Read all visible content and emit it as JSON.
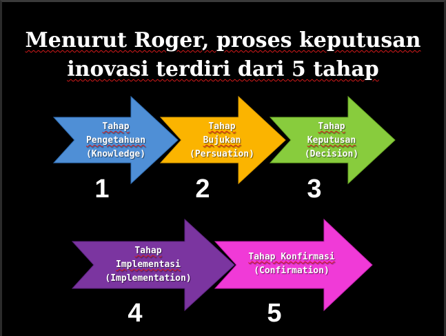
{
  "title": {
    "line1": "Menurut Roger, proses keputusan",
    "line2": "inovasi terdiri dari 5 tahap"
  },
  "colors": {
    "background": "#000000",
    "stage1": "#4f8fd6",
    "stage2": "#fbb400",
    "stage3": "#88cc3d",
    "stage4": "#7b35a0",
    "stage5": "#f03ad7"
  },
  "stages": [
    {
      "number": "1",
      "line1": "Tahap",
      "line2": "Pengetahuan",
      "line3": "(Knowledge)"
    },
    {
      "number": "2",
      "line1": "Tahap",
      "line2": "Bujukan",
      "line3": "(Persuation)"
    },
    {
      "number": "3",
      "line1": "Tahap",
      "line2": "Keputusan",
      "line3": "(Decision)"
    },
    {
      "number": "4",
      "line1": "Tahap",
      "line2": "Implementasi",
      "line3": "(Implementation)"
    },
    {
      "number": "5",
      "line1": "Tahap Konfirmasi",
      "line2": "(Confirmation)"
    }
  ]
}
